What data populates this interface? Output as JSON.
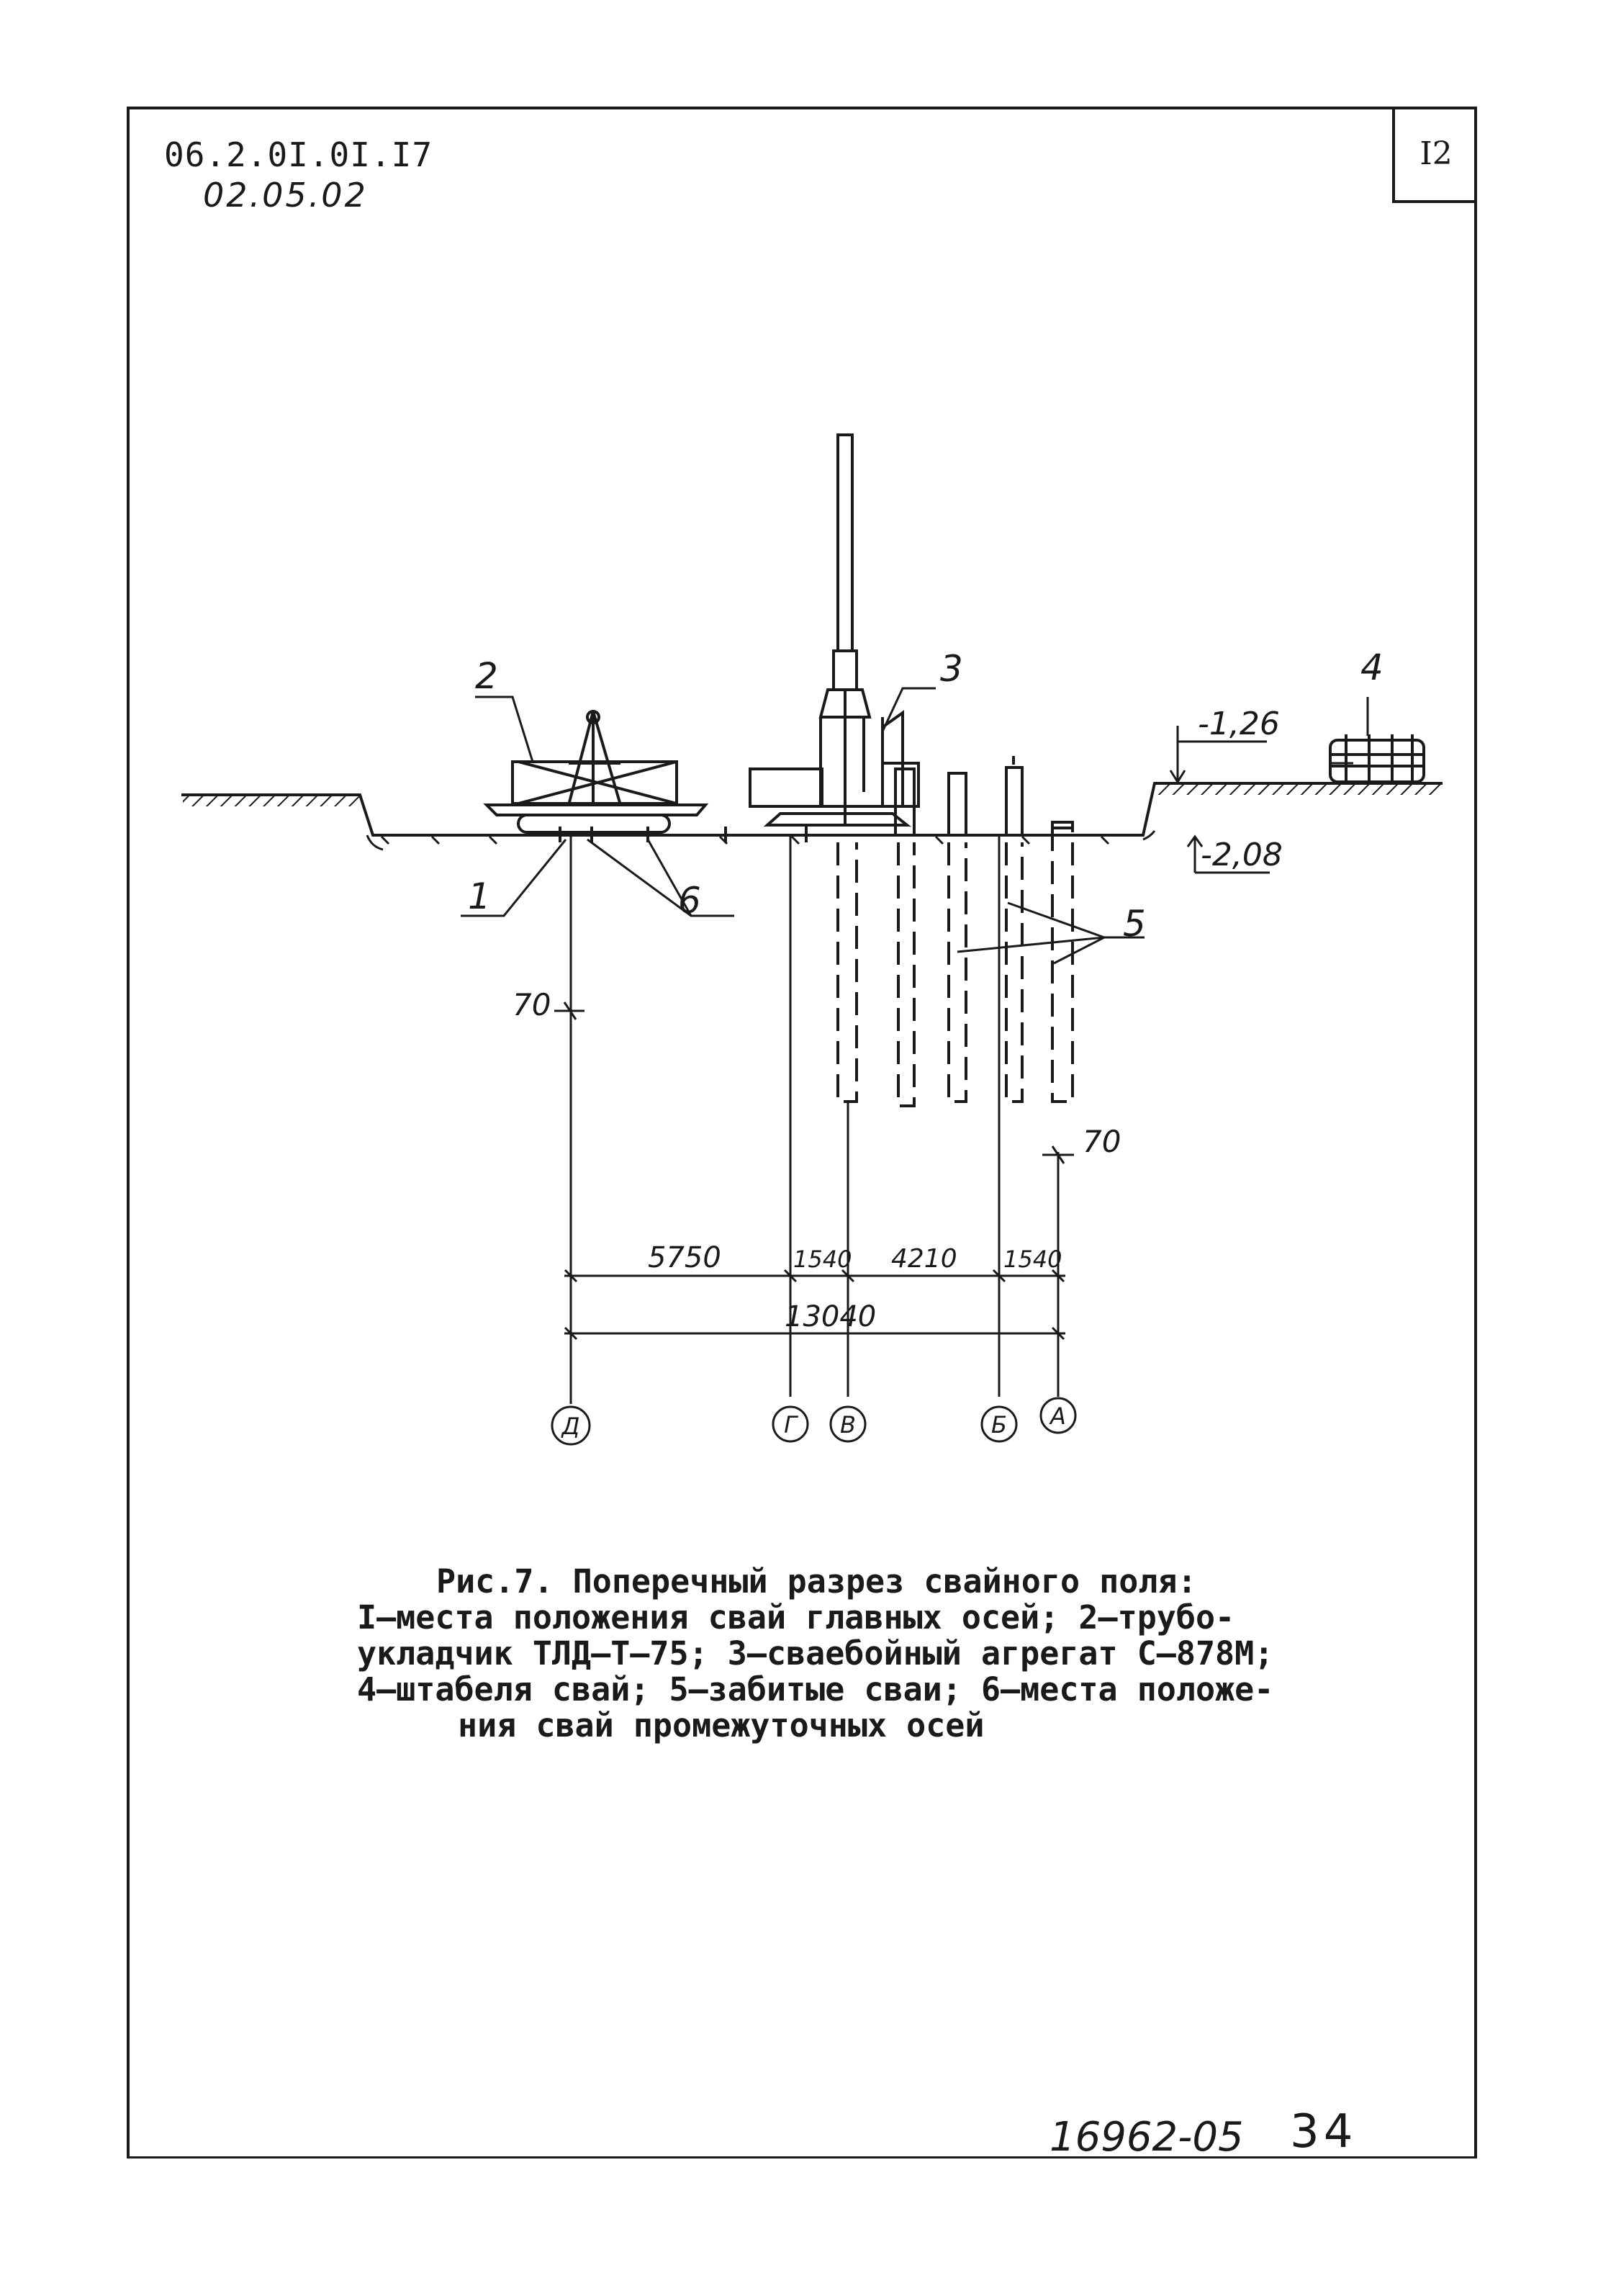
{
  "header": {
    "doc_code": "06.2.0I.0I.I7",
    "doc_date": "02.05.02",
    "page_number": "I2"
  },
  "figure": {
    "callouts": [
      "1",
      "2",
      "3",
      "4",
      "5",
      "6"
    ],
    "elevations": [
      "-1,26",
      "-2,08"
    ],
    "dimensions": {
      "offset_left": "70",
      "offset_right": "70",
      "spans": [
        "5750",
        "1540",
        "4210",
        "1540"
      ],
      "total": "13040"
    },
    "axes": [
      "Д",
      "Г",
      "В",
      "Б",
      "А"
    ]
  },
  "caption": {
    "title": "Рис.7. Поперечный разрез свайного поля:",
    "lines": [
      "I–места положения свай главных осей; 2–трубо-",
      "укладчик ТЛД–Т–75; 3–сваебойный агрегат С–878М;",
      "4–штабеля свай; 5–забитые сваи; 6–места положе-",
      "ния свай промежуточных осей"
    ]
  },
  "footer": {
    "code": "16962-05",
    "sheet": "34"
  }
}
